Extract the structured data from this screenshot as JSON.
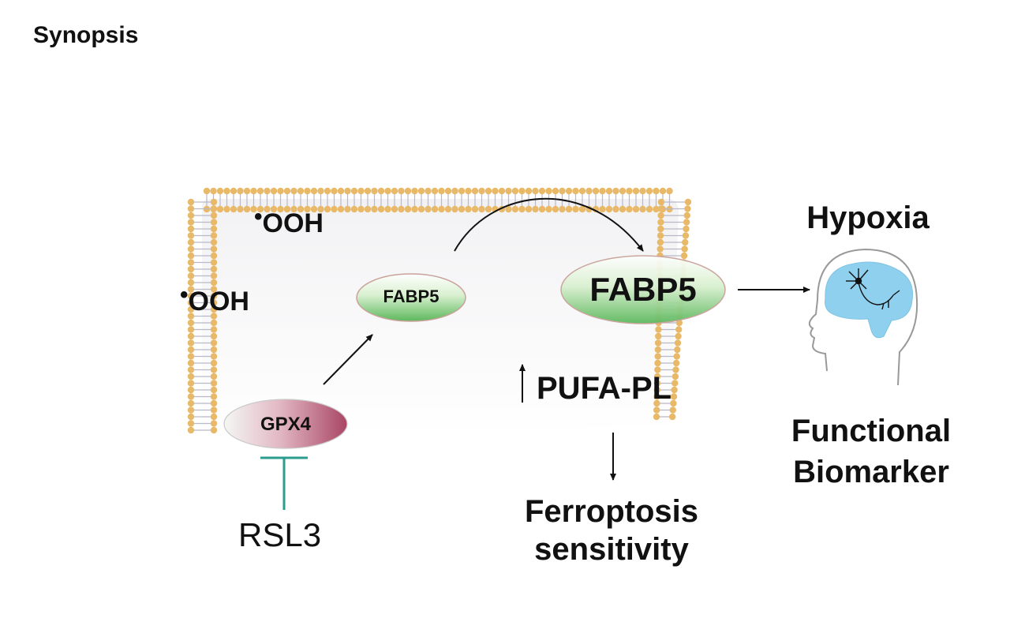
{
  "title": "Synopsis",
  "cell": {
    "radical_1": "OOH",
    "radical_2": "OOH",
    "radical_dot": "•",
    "fabp5_small": "FABP5",
    "fabp5_large": "FABP5",
    "gpx4": "GPX4",
    "up_arrow": "↑",
    "pufa_pl": "PUFA-PL"
  },
  "inhibitor": "RSL3",
  "outcome": {
    "line1": "Ferroptosis",
    "line2": "sensitivity"
  },
  "right": {
    "hypoxia": "Hypoxia",
    "biomarker_line1": "Functional",
    "biomarker_line2": "Biomarker"
  },
  "colors": {
    "membrane_head": "#e9b96a",
    "membrane_tail": "#b9b9c8",
    "fabp5_green": "#5cb85c",
    "gpx4_pink": "#b5526d",
    "inhibitor_teal": "#2a9d8f",
    "brain_blue": "#8fd0ee"
  }
}
